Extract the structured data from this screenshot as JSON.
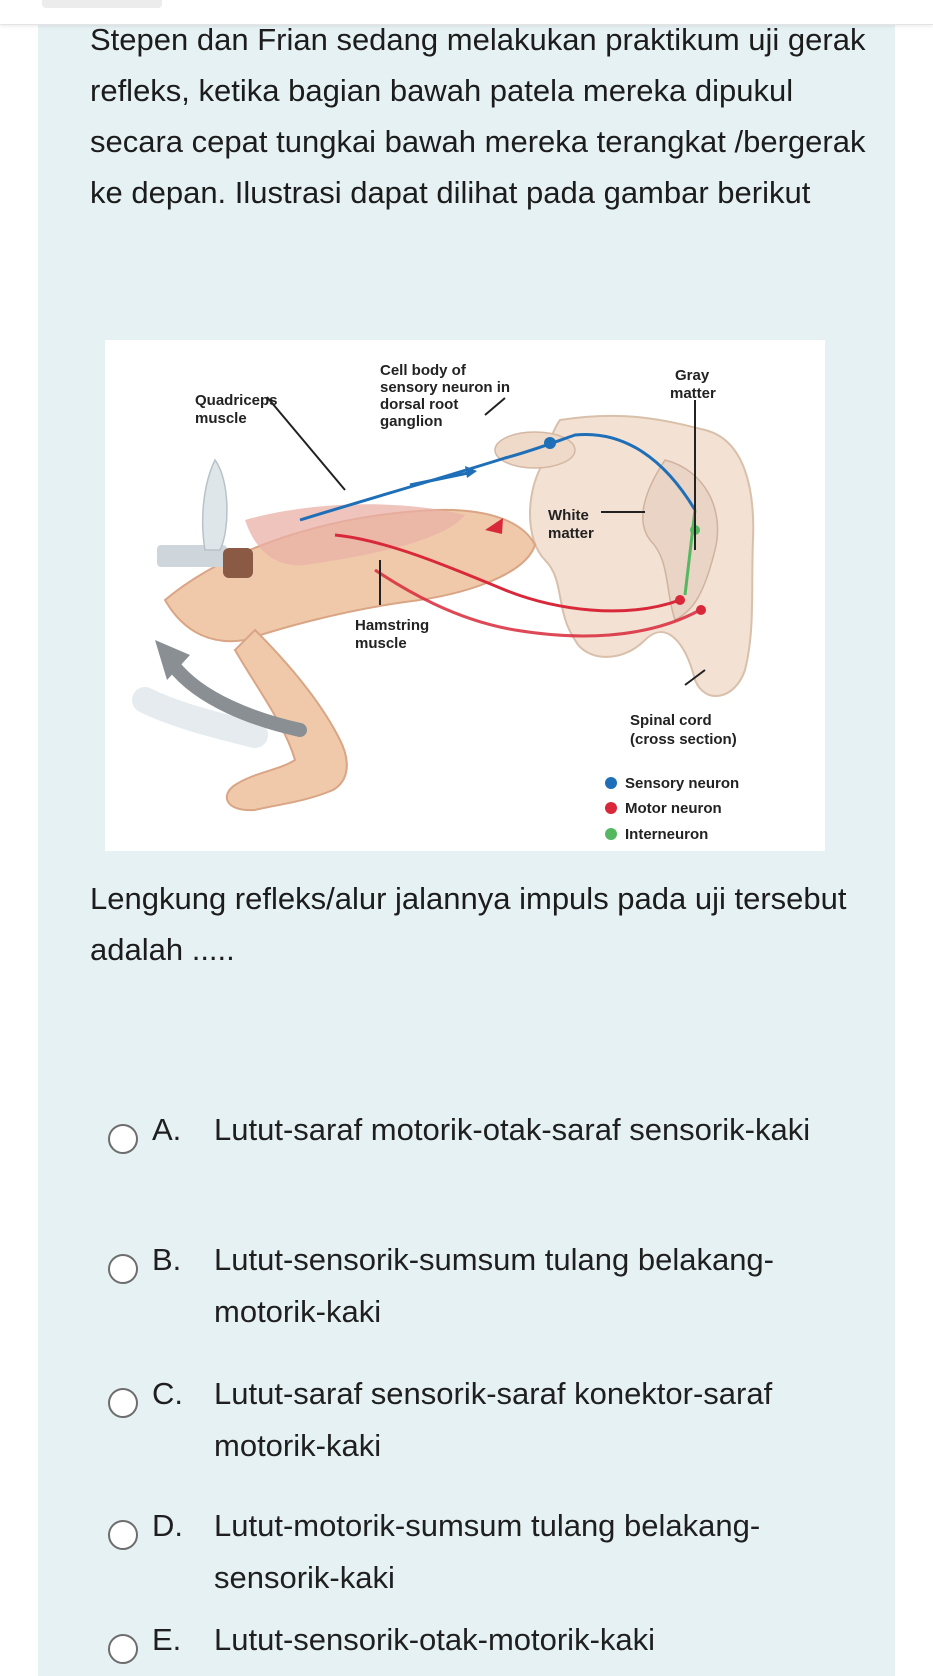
{
  "question": {
    "text": "Stepen dan Frian sedang melakukan praktikum uji gerak refleks, ketika bagian bawah patela mereka dipukul secara cepat tungkai bawah mereka terangkat /bergerak ke depan. Ilustrasi dapat dilihat pada gambar berikut",
    "prompt": "Lengkung refleks/alur jalannya impuls pada uji tersebut adalah ....."
  },
  "figure": {
    "labels": {
      "quadriceps": [
        "Quadriceps",
        "muscle"
      ],
      "cell_body": [
        "Cell body of",
        "sensory neuron in",
        "dorsal root",
        "ganglion"
      ],
      "gray_matter": [
        "Gray",
        "matter"
      ],
      "white_matter": [
        "White",
        "matter"
      ],
      "hamstring": [
        "Hamstring",
        "muscle"
      ],
      "spinal_cord": [
        "Spinal cord",
        "(cross section)"
      ]
    },
    "legend": [
      {
        "label": "Sensory neuron",
        "color": "#1f6fb8"
      },
      {
        "label": "Motor neuron",
        "color": "#d8283a"
      },
      {
        "label": "Interneuron",
        "color": "#55b861"
      }
    ]
  },
  "options": [
    {
      "letter": "A.",
      "text": "Lutut-saraf motorik-otak-saraf sensorik-kaki"
    },
    {
      "letter": "B.",
      "text": "Lutut-sensorik-sumsum tulang belakang-motorik-kaki"
    },
    {
      "letter": "C.",
      "text": "Lutut-saraf sensorik-saraf konektor-saraf motorik-kaki"
    },
    {
      "letter": "D.",
      "text": "Lutut-motorik-sumsum tulang belakang-sensorik-kaki"
    },
    {
      "letter": "E.",
      "text": "Lutut-sensorik-otak-motorik-kaki"
    }
  ],
  "colors": {
    "card_bg": "#e6f1f3",
    "sensory": "#1f6fb8",
    "motor": "#d8283a",
    "interneuron": "#55b861"
  }
}
